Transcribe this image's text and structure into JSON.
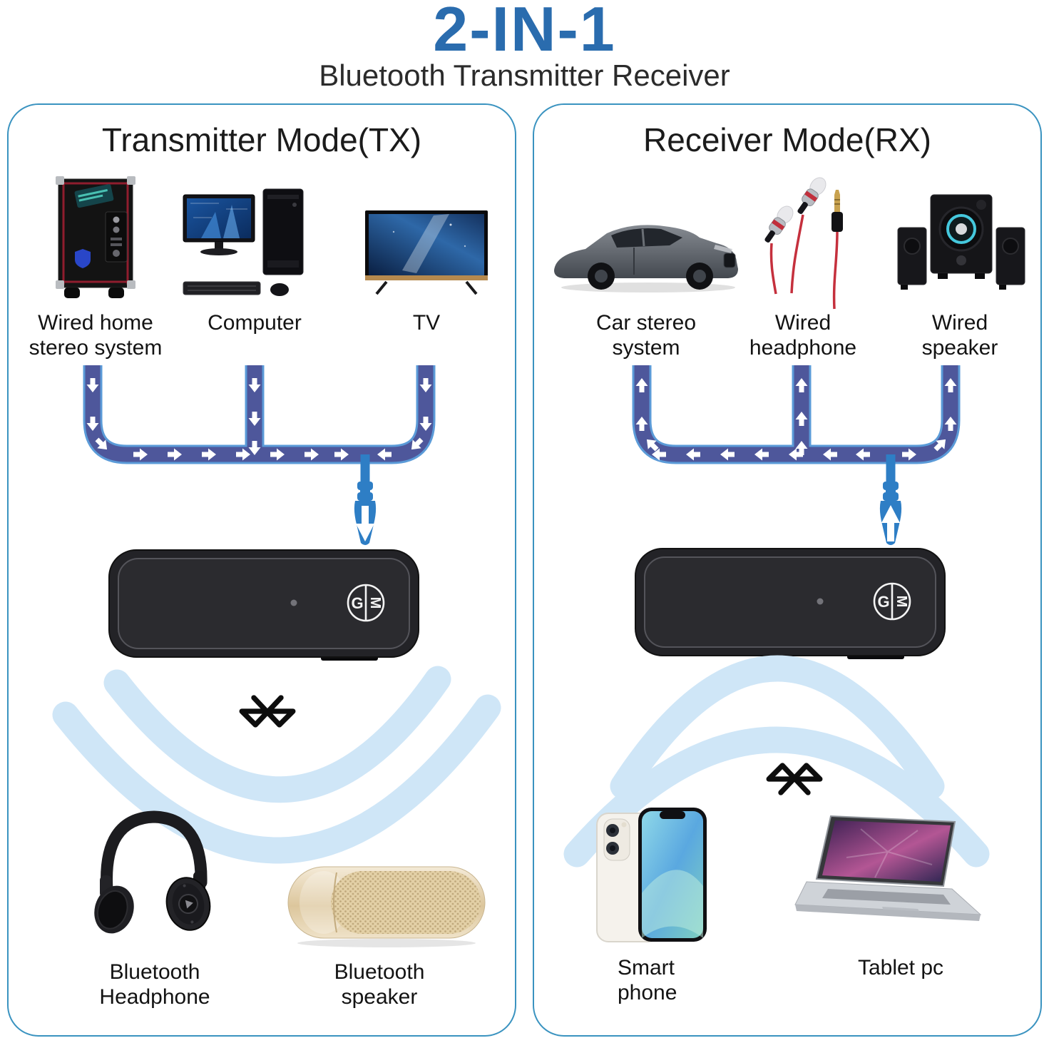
{
  "page": {
    "title": "2-IN-1",
    "subtitle": "Bluetooth Transmitter Receiver"
  },
  "adapter": {
    "logo_left": "G",
    "logo_right": "M"
  },
  "panels": [
    {
      "title": "Transmitter Mode(TX)",
      "flow_direction": "sources-to-adapter",
      "sources": [
        {
          "icon": "home-stereo-icon",
          "label": "Wired home\nstereo system"
        },
        {
          "icon": "computer-icon",
          "label": "Computer"
        },
        {
          "icon": "tv-icon",
          "label": "TV"
        }
      ],
      "targets": [
        {
          "icon": "bluetooth-headphone-icon",
          "label": "Bluetooth\nHeadphone"
        },
        {
          "icon": "bluetooth-speaker-icon",
          "label": "Bluetooth\nspeaker"
        }
      ]
    },
    {
      "title": "Receiver Mode(RX)",
      "flow_direction": "adapter-to-sources",
      "sources": [
        {
          "icon": "car-icon",
          "label": "Car stereo\nsystem"
        },
        {
          "icon": "wired-headphone-icon",
          "label": "Wired\nheadphone"
        },
        {
          "icon": "wired-speaker-icon",
          "label": "Wired\nspeaker"
        }
      ],
      "targets": [
        {
          "icon": "smartphone-icon",
          "label": "Smart\nphone"
        },
        {
          "icon": "laptop-icon",
          "label": "Tablet pc"
        }
      ]
    }
  ],
  "colors": {
    "title_blue": "#2a6cae",
    "panel_border": "#3a93c0",
    "pipe_fill": "#4e579b",
    "pipe_outline": "#5b9bd8",
    "jack_blue": "#2e7ec5",
    "wave_blue": "#cfe6f7",
    "bluetooth_symbol": "#0d0d0d"
  }
}
